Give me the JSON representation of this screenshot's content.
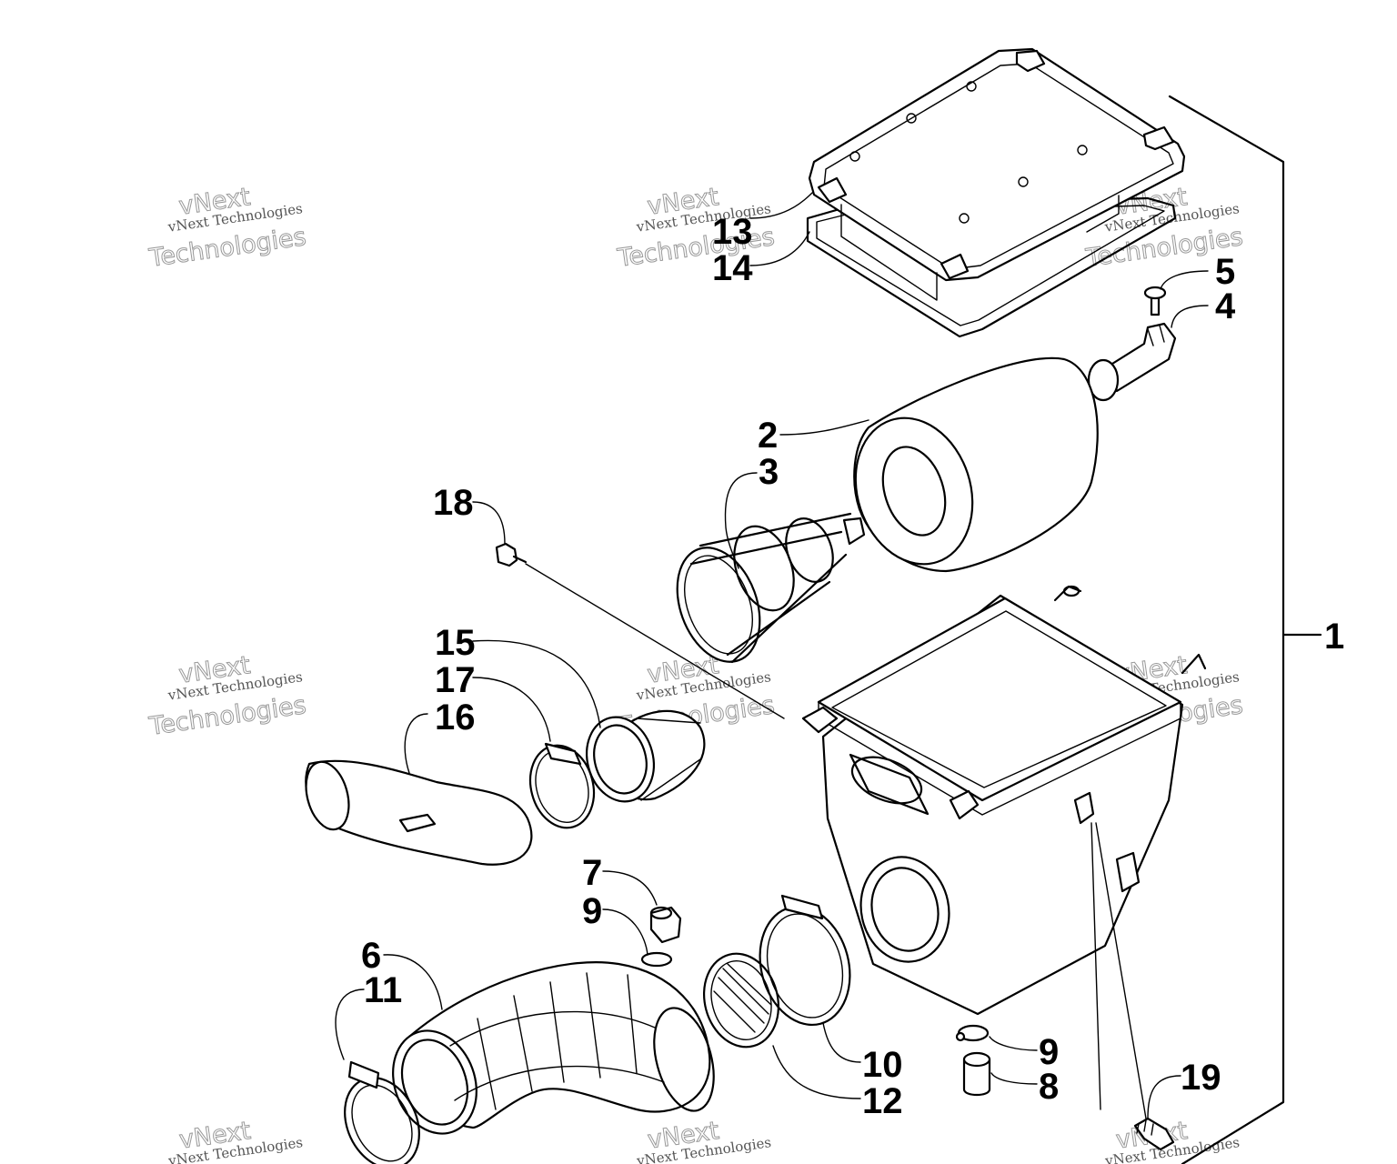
{
  "watermark": {
    "line1": "vNext Technologies",
    "line2": "vNext",
    "line3": "Technologies"
  },
  "callouts": {
    "c1": "1",
    "c2": "2",
    "c3": "3",
    "c4": "4",
    "c5": "5",
    "c6": "6",
    "c7": "7",
    "c8": "8",
    "c9a": "9",
    "c9b": "9",
    "c10": "10",
    "c11": "11",
    "c12": "12",
    "c13": "13",
    "c14": "14",
    "c15": "15",
    "c16": "16",
    "c17": "17",
    "c18": "18",
    "c19": "19"
  }
}
